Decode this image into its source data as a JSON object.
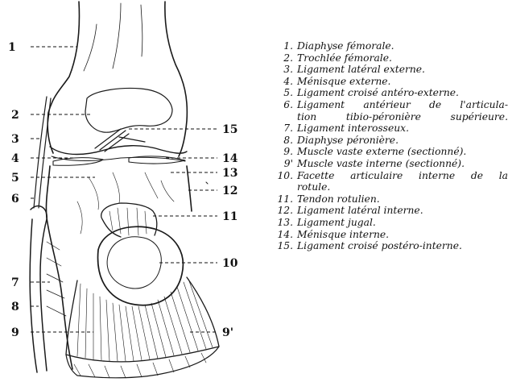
{
  "callouts": {
    "left": [
      "1",
      "2",
      "3",
      "4",
      "5",
      "6",
      "7",
      "8",
      "9"
    ],
    "right": [
      "15",
      "14",
      "13",
      "12",
      "11",
      "10",
      "9'"
    ]
  },
  "legend": [
    {
      "num": "1.",
      "text": "Diaphyse fémorale."
    },
    {
      "num": "2.",
      "text": "Trochlée fémorale."
    },
    {
      "num": "3.",
      "text": "Ligament latéral externe."
    },
    {
      "num": "4.",
      "text": "Ménisque externe."
    },
    {
      "num": "5.",
      "text": "Ligament croisé antéro-externe."
    },
    {
      "num": "6.",
      "text": "Ligament antérieur de l'articula-",
      "cont": "tion tibio-péronière supérieure."
    },
    {
      "num": "7.",
      "text": "Ligament interosseux."
    },
    {
      "num": "8.",
      "text": "Diaphyse péronière."
    },
    {
      "num": "9.",
      "text": "Muscle vaste externe (sectionné)."
    },
    {
      "num": "9'",
      "text": "Muscle vaste interne (sectionné)."
    },
    {
      "num": "10.",
      "text": "Facette articulaire interne de la",
      "cont": "rotule."
    },
    {
      "num": "11.",
      "text": "Tendon rotulien."
    },
    {
      "num": "12.",
      "text": "Ligament latéral interne."
    },
    {
      "num": "13.",
      "text": "Ligament jugal."
    },
    {
      "num": "14.",
      "text": "Ménisque interne."
    },
    {
      "num": "15.",
      "text": "Ligament croisé postéro-interne."
    }
  ]
}
